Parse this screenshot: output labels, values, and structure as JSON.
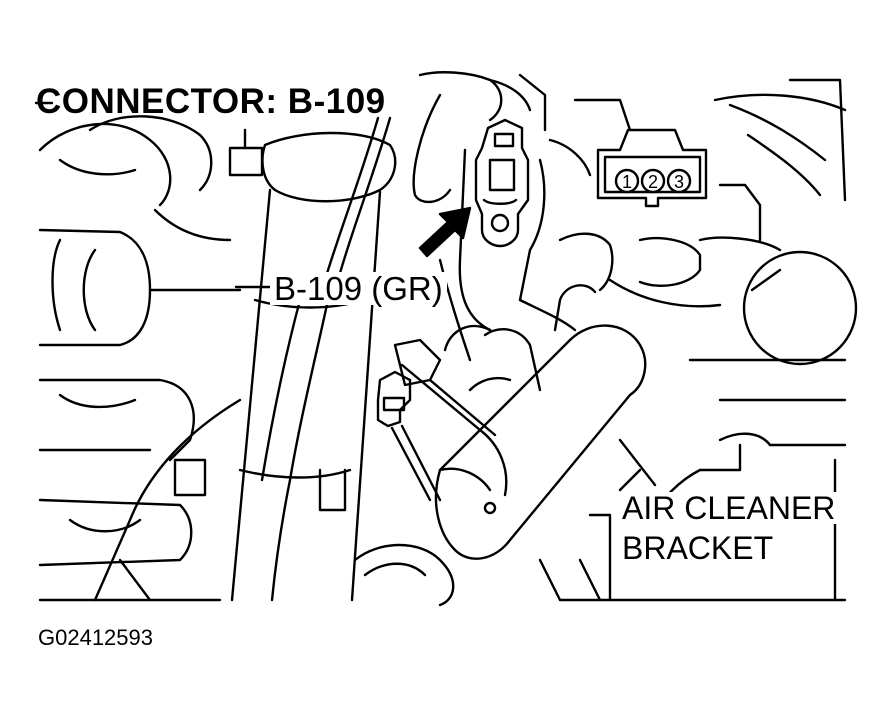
{
  "title": "CONNECTOR: B-109",
  "connector_label": "B-109 (GR)",
  "air_cleaner_label": {
    "line1": "AIR CLEANER",
    "line2": "BRACKET"
  },
  "pin_diagram": {
    "pins": [
      "1",
      "2",
      "3"
    ]
  },
  "figure_id": "G02412593"
}
